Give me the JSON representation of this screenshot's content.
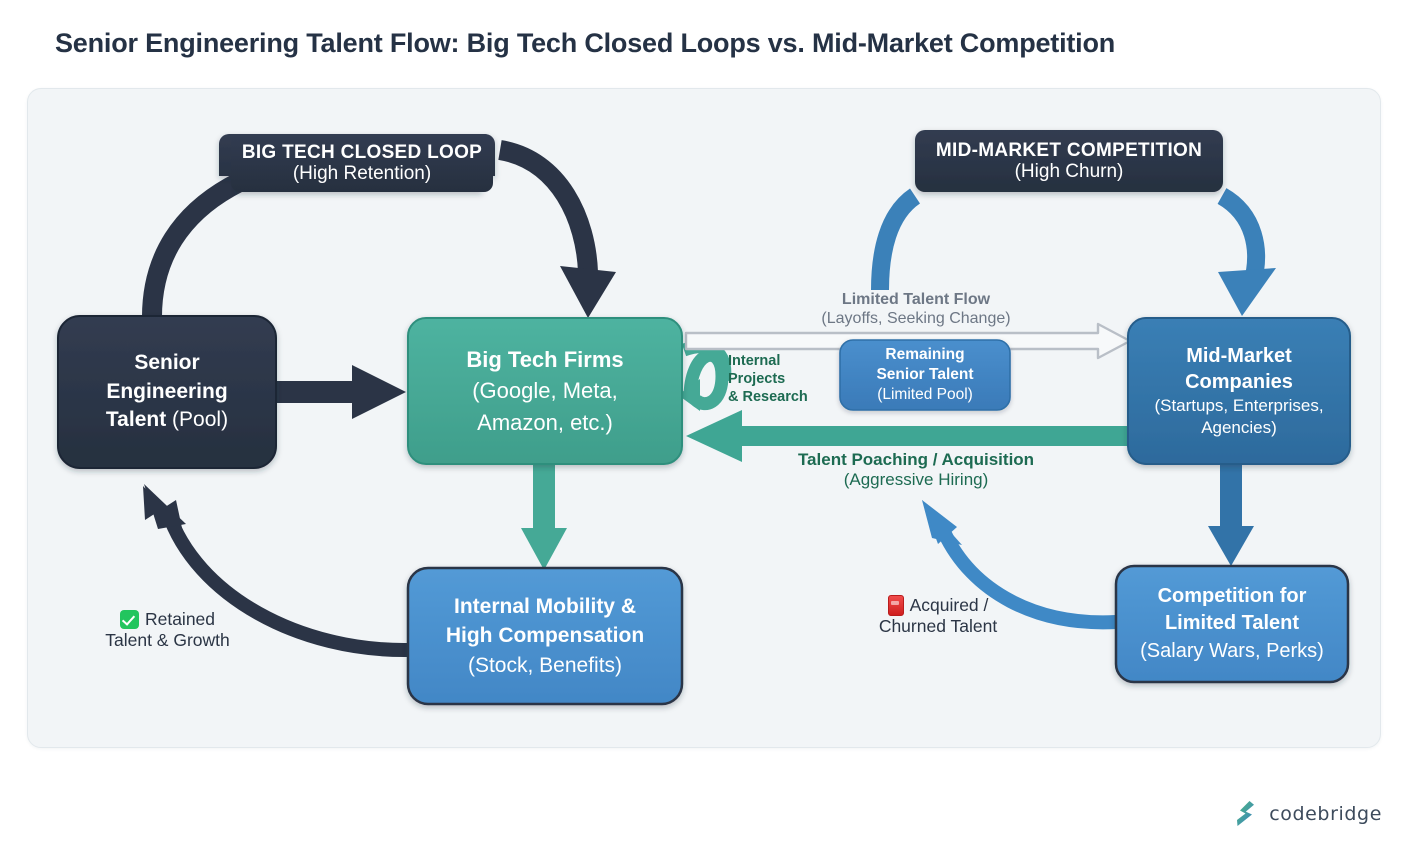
{
  "page": {
    "title": "Senior Engineering Talent Flow: Big Tech Closed Loops vs. Mid-Market Competition"
  },
  "banners": [
    {
      "id": "big-tech-closed-loop",
      "line1": "BIG TECH CLOSED LOOP",
      "line2": "(High Retention)",
      "color": "#2b3547"
    },
    {
      "id": "mid-market-competition",
      "line1": "MID-MARKET COMPETITION",
      "line2": "(High Churn)",
      "color": "#2b3547"
    }
  ],
  "nodes": {
    "senior_talent": {
      "line1": "Senior",
      "line2": "Engineering",
      "line3": "Talent",
      "suffix": "(Pool)",
      "fill": "#2b3446",
      "stroke": "#1d2636"
    },
    "big_tech": {
      "line1": "Big Tech Firms",
      "line2": "(Google, Meta,",
      "line3": "Amazon, etc.)",
      "fill": "#45a996",
      "stroke": "#2f8f7d"
    },
    "internal_mobility": {
      "line1": "Internal Mobility &",
      "line2": "High Compensation",
      "line3": "(Stock, Benefits)",
      "fill": "#4a90cf",
      "stroke": "#2b3446"
    },
    "remaining_talent": {
      "line1": "Remaining",
      "line2": "Senior Talent",
      "line3": "(Limited Pool)",
      "fill": "#3f84c4",
      "stroke": "#2f6fa8"
    },
    "mid_market": {
      "line1": "Mid-Market",
      "line2": "Companies",
      "line3": "(Startups, Enterprises,",
      "line4": "Agencies)",
      "fill": "#3273a8",
      "stroke": "#255d8a"
    },
    "competition": {
      "line1": "Competition for",
      "line2": "Limited Talent",
      "line3": "(Salary Wars, Perks)",
      "fill": "#4a90cf",
      "stroke": "#2b3446"
    }
  },
  "edge_labels": {
    "limited_flow": {
      "line1": "Limited Talent Flow",
      "line2": "(Layoffs, Seeking Change)",
      "color": "#6d7785"
    },
    "internal_projects": {
      "line1": "Internal",
      "line2": "Projects",
      "line3": "& Research",
      "color": "#1d6b52"
    },
    "poaching": {
      "line1": "Talent Poaching / Acquisition",
      "line2": "(Aggressive Hiring)",
      "color": "#1d6b52"
    }
  },
  "legends": [
    {
      "id": "retained",
      "icon": "check-mark-emoji",
      "line1": "Retained",
      "line2": "Talent & Growth"
    },
    {
      "id": "acquired-churned",
      "icon": "fire-extinguisher-emoji",
      "line1": "Acquired /",
      "line2": "Churned Talent"
    }
  ],
  "footer": {
    "brand": "codebridge",
    "logo_colors": {
      "green": "#4cb87f",
      "blue": "#3c82c4"
    }
  },
  "palette": {
    "dark_navy": "#2b3446",
    "teal": "#45a996",
    "blue": "#3273a8",
    "light_blue": "#4a90cf",
    "gray_arrow": "#b9bfc7",
    "canvas": "#f2f5f7"
  }
}
